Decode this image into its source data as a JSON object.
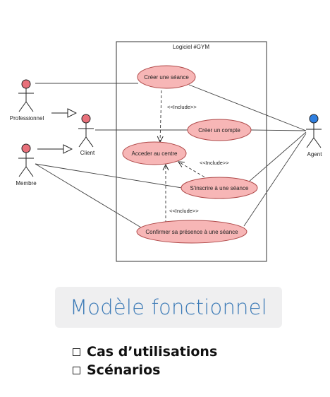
{
  "diagram": {
    "system_label": "Logiciel #GYM",
    "actors": {
      "professionnel": "Professionnel",
      "client": "Client",
      "membre": "Membre",
      "agent": "Agent"
    },
    "use_cases": {
      "creer_seance": "Créer une séance",
      "creer_compte": "Créer un compte",
      "acceder_centre": "Acceder au centre",
      "inscrire_seance": "S'inscrire à une séance",
      "confirmer_presence": "Confirmer sa présence à une séance"
    },
    "include_label": "<<Include>>",
    "colors": {
      "actor_red": "#e8707a",
      "actor_blue": "#2f7fe0",
      "usecase_fill": "#f7b6b6",
      "usecase_stroke": "#b04a4a"
    }
  },
  "slide": {
    "title": "Modèle fonctionnel",
    "bullets": [
      "Cas d’utilisations",
      "Scénarios"
    ]
  }
}
